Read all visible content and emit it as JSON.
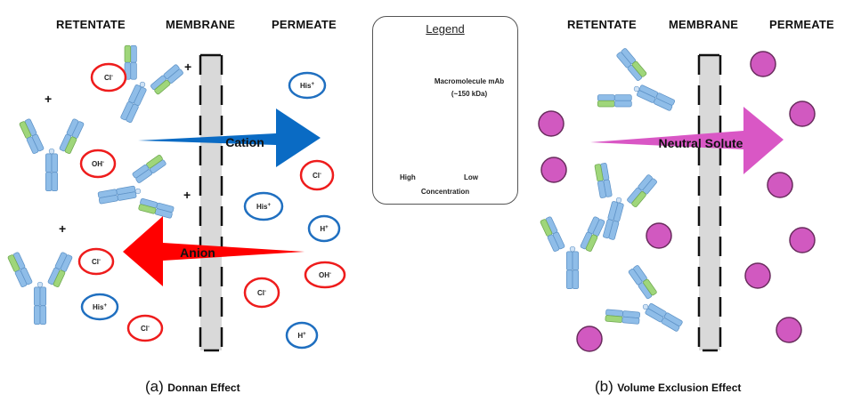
{
  "panel_a": {
    "headers": {
      "retentate": "RETENTATE",
      "membrane": "MEMBRANE",
      "permeate": "PERMEATE"
    },
    "caption_letter": "(a)",
    "caption_name": "Donnan Effect",
    "arrows": {
      "cation": "Cation",
      "anion": "Anion"
    },
    "charge_symbol": "+",
    "ions": [
      {
        "label": "Cl",
        "sup": "-",
        "type": "anion"
      },
      {
        "label": "OH",
        "sup": "-",
        "type": "anion"
      },
      {
        "label": "Cl",
        "sup": "-",
        "type": "anion"
      },
      {
        "label": "His",
        "sup": "+",
        "type": "cation"
      },
      {
        "label": "Cl",
        "sup": "-",
        "type": "anion"
      },
      {
        "label": "His",
        "sup": "+",
        "type": "cation"
      },
      {
        "label": "Cl",
        "sup": "-",
        "type": "anion"
      },
      {
        "label": "His",
        "sup": "+",
        "type": "cation"
      },
      {
        "label": "H",
        "sup": "+",
        "type": "cation"
      },
      {
        "label": "OH",
        "sup": "-",
        "type": "anion"
      },
      {
        "label": "Cl",
        "sup": "-",
        "type": "anion"
      },
      {
        "label": "H",
        "sup": "+",
        "type": "cation"
      }
    ]
  },
  "legend": {
    "title": "Legend",
    "mab_line1": "Macromolecule mAb",
    "mab_line2": "(~150 kDa)",
    "high": "High",
    "low": "Low",
    "concentration": "Concentration"
  },
  "panel_b": {
    "headers": {
      "retentate": "RETENTATE",
      "membrane": "MEMBRANE",
      "permeate": "PERMEATE"
    },
    "caption_letter": "(b)",
    "caption_name": "Volume Exclusion Effect",
    "arrow": "Neutral  Solute"
  },
  "colors": {
    "cation": "#1f6fc0",
    "anion": "#ee1c1c",
    "cation_arrow": "#0a6bc4",
    "anion_arrow": "#ff0000",
    "neutral_arrow": "#d957c5",
    "solute_fill": "#d159c0",
    "solute_stroke": "#6a2c5e",
    "membrane_fill": "#d9d9d9",
    "legend_arrow": "#a6a6a6",
    "mab_blue": "#8fbde8",
    "mab_green": "#9fd67a"
  }
}
